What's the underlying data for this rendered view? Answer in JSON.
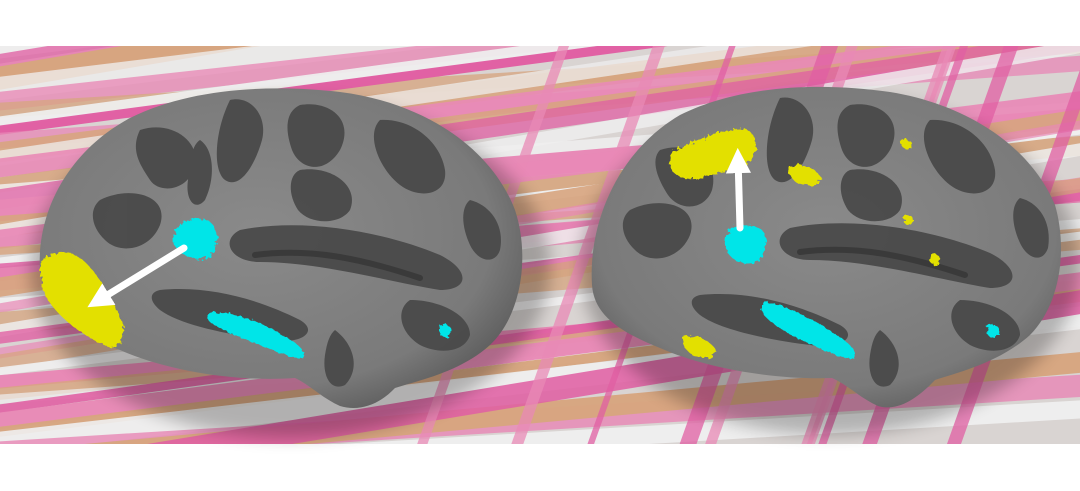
{
  "colors": {
    "page_background": "#ffffff",
    "band_background": "#d9d4d2",
    "stripe_pink": "#e889b6",
    "stripe_magenta": "#e05fa3",
    "stripe_tan": "#d7a57f",
    "stripe_white": "#efefef",
    "cortex_light": "#828282",
    "cortex_dark": "#4a4a4a",
    "activation_cyan": "#00e5e8",
    "activation_yellow": "#e3e000",
    "arrow": "#ffffff"
  },
  "panels": [
    {
      "name": "left-hemisphere",
      "regions": [
        "cyan-blob",
        "cyan-streak",
        "yellow-patch"
      ],
      "arrow_direction": "down-left"
    },
    {
      "name": "right-hemisphere",
      "regions": [
        "cyan-blob",
        "cyan-streak",
        "yellow-patch"
      ],
      "arrow_direction": "up"
    }
  ]
}
